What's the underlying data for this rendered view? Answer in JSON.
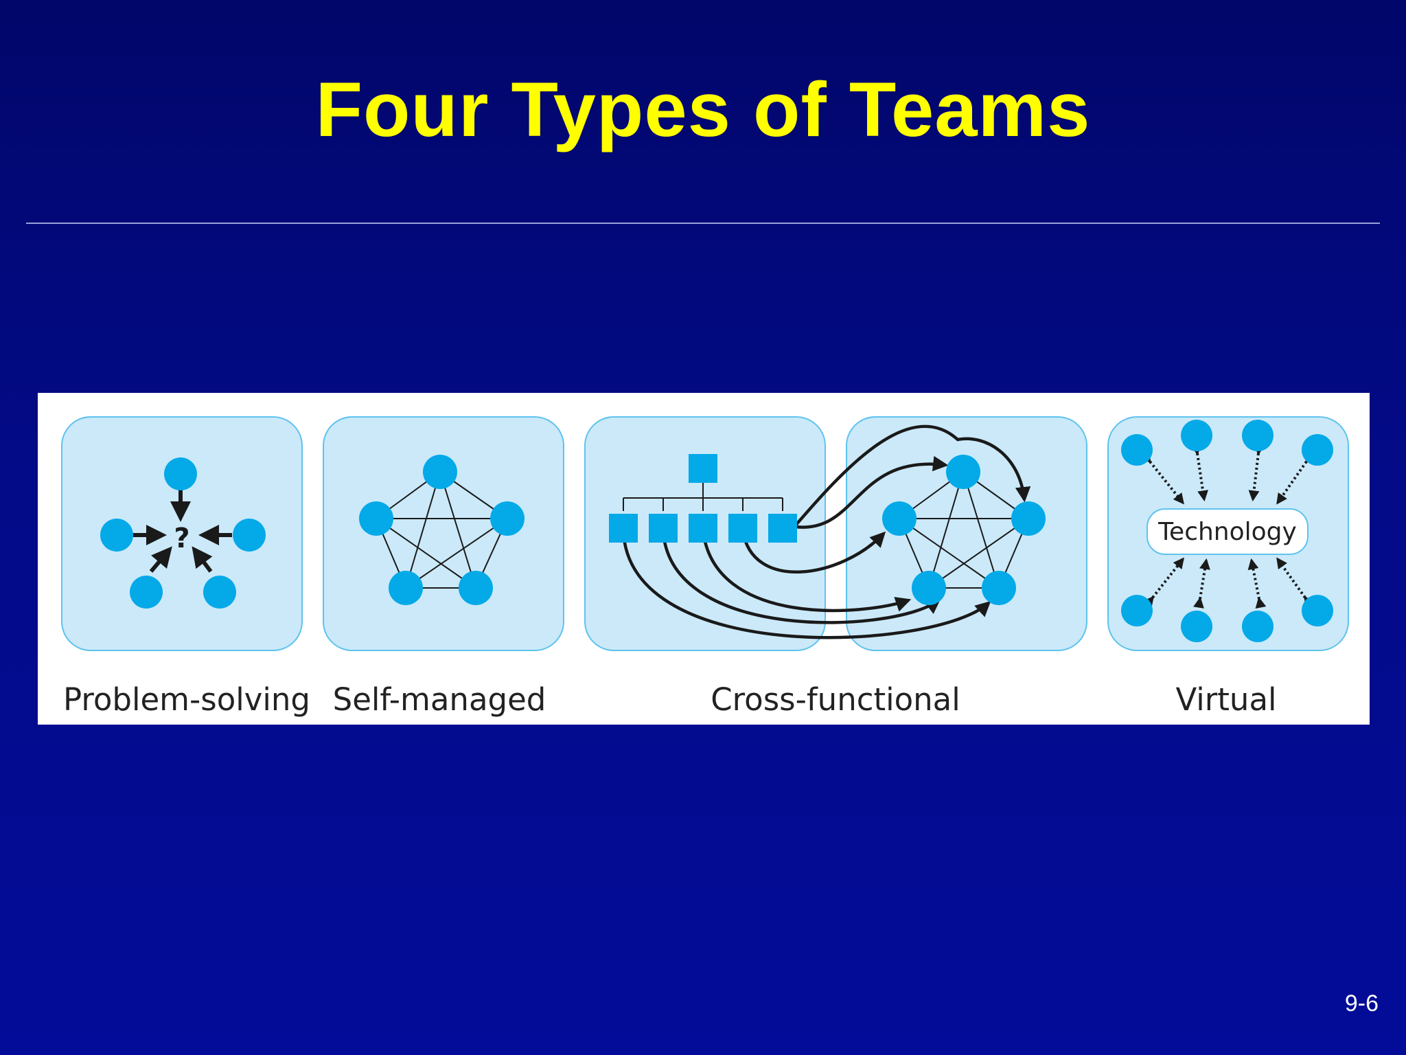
{
  "slide": {
    "title": "Four Types of Teams",
    "number": "9-6"
  },
  "diagram": {
    "panels": [
      {
        "id": "problem-solving",
        "caption": "Problem-solving",
        "center_symbol": "?"
      },
      {
        "id": "self-managed",
        "caption": "Self-managed"
      },
      {
        "id": "cross-functional",
        "caption": "Cross-functional"
      },
      {
        "id": "virtual",
        "caption": "Virtual",
        "center_label": "Technology"
      }
    ],
    "colors": {
      "node": "#04a9e8",
      "panel_fill": "#cbe9f9",
      "panel_stroke": "#5ec3ee",
      "title": "#ffff00",
      "background": "#030b88"
    }
  }
}
